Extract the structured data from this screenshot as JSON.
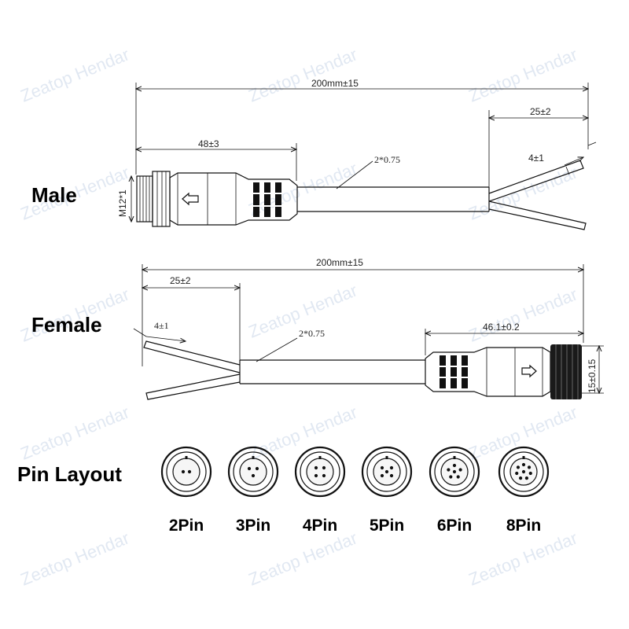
{
  "watermark": "Zeatop Hendar",
  "sections": {
    "male": "Male",
    "female": "Female",
    "pin_layout": "Pin Layout"
  },
  "male": {
    "total_length": "200mm±15",
    "strip_length": "25±2",
    "connector_length": "48±3",
    "wire_spec": "2*0.75",
    "tin_length": "4±1",
    "thread": "M12*1"
  },
  "female": {
    "total_length": "200mm±15",
    "strip_length": "25±2",
    "connector_length": "46.1±0.2",
    "wire_spec": "2*0.75",
    "tin_length": "4±1",
    "diameter": "15±0.15"
  },
  "pins": [
    {
      "label": "2Pin",
      "count": 2
    },
    {
      "label": "3Pin",
      "count": 3
    },
    {
      "label": "4Pin",
      "count": 4
    },
    {
      "label": "5Pin",
      "count": 5
    },
    {
      "label": "6Pin",
      "count": 6
    },
    {
      "label": "8Pin",
      "count": 8
    }
  ]
}
